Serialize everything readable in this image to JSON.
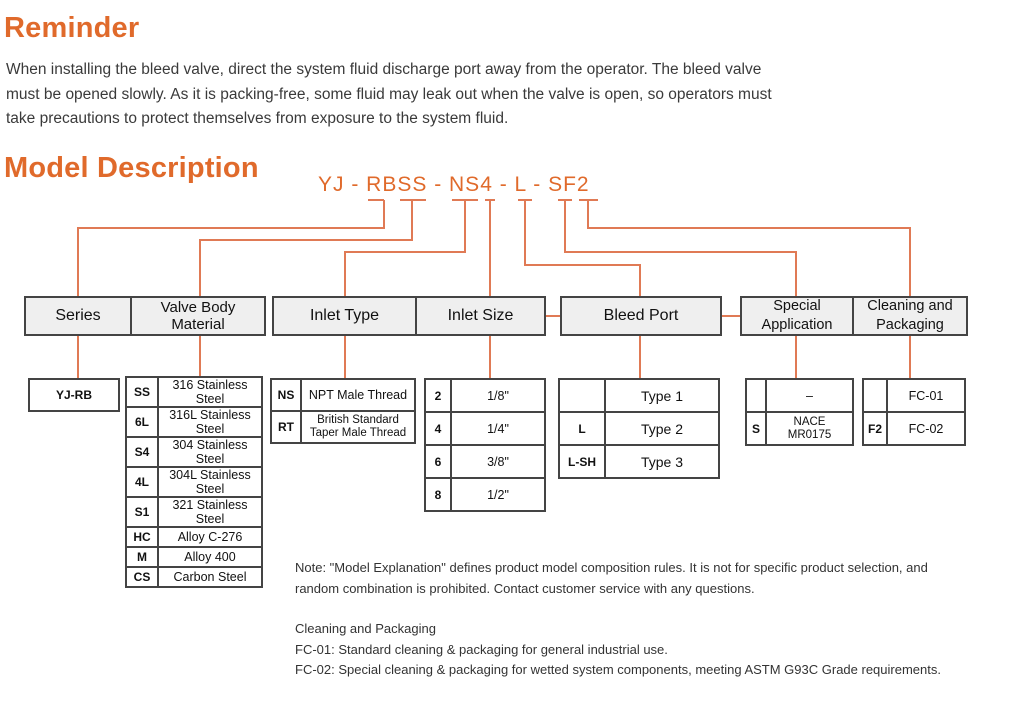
{
  "reminder": {
    "title": "Reminder",
    "lines": [
      "When installing the bleed valve, direct the system fluid discharge port away from the operator. The bleed valve",
      "must be opened slowly. As it is packing-free, some fluid may leak out when the valve is open, so operators must",
      "take precautions to protect themselves from exposure to the system fluid."
    ]
  },
  "model": {
    "title": "Model Description",
    "code": "YJ - RBSS - NS4 - L - SF2",
    "headers": {
      "series": "Series",
      "valve_body_material": "Valve Body Material",
      "inlet_type": "Inlet Type",
      "inlet_size": "Inlet Size",
      "bleed_port": "Bleed Port",
      "special_application": "Special Application",
      "cleaning_packaging": "Cleaning and Packaging"
    },
    "series": [
      "YJ-RB"
    ],
    "materials": [
      {
        "code": "SS",
        "name": "316 Stainless Steel"
      },
      {
        "code": "6L",
        "name": "316L Stainless Steel"
      },
      {
        "code": "S4",
        "name": "304 Stainless Steel"
      },
      {
        "code": "4L",
        "name": "304L Stainless Steel"
      },
      {
        "code": "S1",
        "name": "321 Stainless Steel"
      },
      {
        "code": "HC",
        "name": "Alloy C-276"
      },
      {
        "code": "M",
        "name": "Alloy 400"
      },
      {
        "code": "CS",
        "name": "Carbon Steel"
      }
    ],
    "inlet_types": [
      {
        "code": "NS",
        "name": "NPT Male Thread"
      },
      {
        "code": "RT",
        "name": "British Standard Taper Male Thread"
      }
    ],
    "inlet_sizes": [
      {
        "code": "2",
        "name": "1/8\""
      },
      {
        "code": "4",
        "name": "1/4\""
      },
      {
        "code": "6",
        "name": "3/8\""
      },
      {
        "code": "8",
        "name": "1/2\""
      }
    ],
    "bleed_ports": [
      {
        "code": "",
        "name": "Type 1"
      },
      {
        "code": "L",
        "name": "Type 2"
      },
      {
        "code": "L-SH",
        "name": "Type 3"
      }
    ],
    "special_apps": [
      {
        "code": "",
        "name": "–"
      },
      {
        "code": "S",
        "name": "NACE MR0175"
      }
    ],
    "cleaning": [
      {
        "code": "",
        "name": "FC-01"
      },
      {
        "code": "F2",
        "name": "FC-02"
      }
    ]
  },
  "notes": {
    "note_lines": [
      "Note: \"Model Explanation\" defines product model composition rules. It is not for specific product selection, and",
      "random combination is prohibited. Contact customer service with any questions."
    ],
    "cp_title": "Cleaning and Packaging",
    "fc01": "FC-01: Standard cleaning & packaging for general industrial use.",
    "fc02": "FC-02: Special cleaning & packaging for wetted system components, meeting ASTM G93C Grade requirements."
  },
  "colors": {
    "accent": "#e06a2b",
    "line": "#e07a55",
    "border": "#444444",
    "header_bg": "#efefef"
  }
}
